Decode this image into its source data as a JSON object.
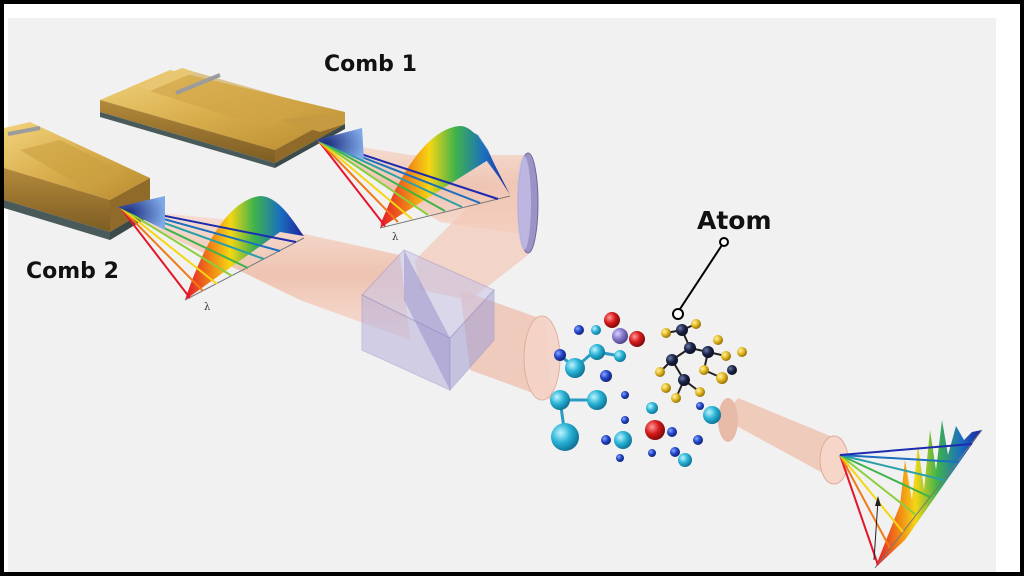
{
  "labels": {
    "comb1": "Comb 1",
    "comb2": "Comb 2",
    "atom": "Atom",
    "lambda": "λ"
  },
  "colors": {
    "frame": "#000000",
    "background": "#f1f1f2",
    "gold": "#d9b252",
    "beam": "#f3c9b9",
    "cube": "#a9a3d4",
    "spectrum_high": "#1d2bb0",
    "spectrum_low": "#e01a3a"
  }
}
